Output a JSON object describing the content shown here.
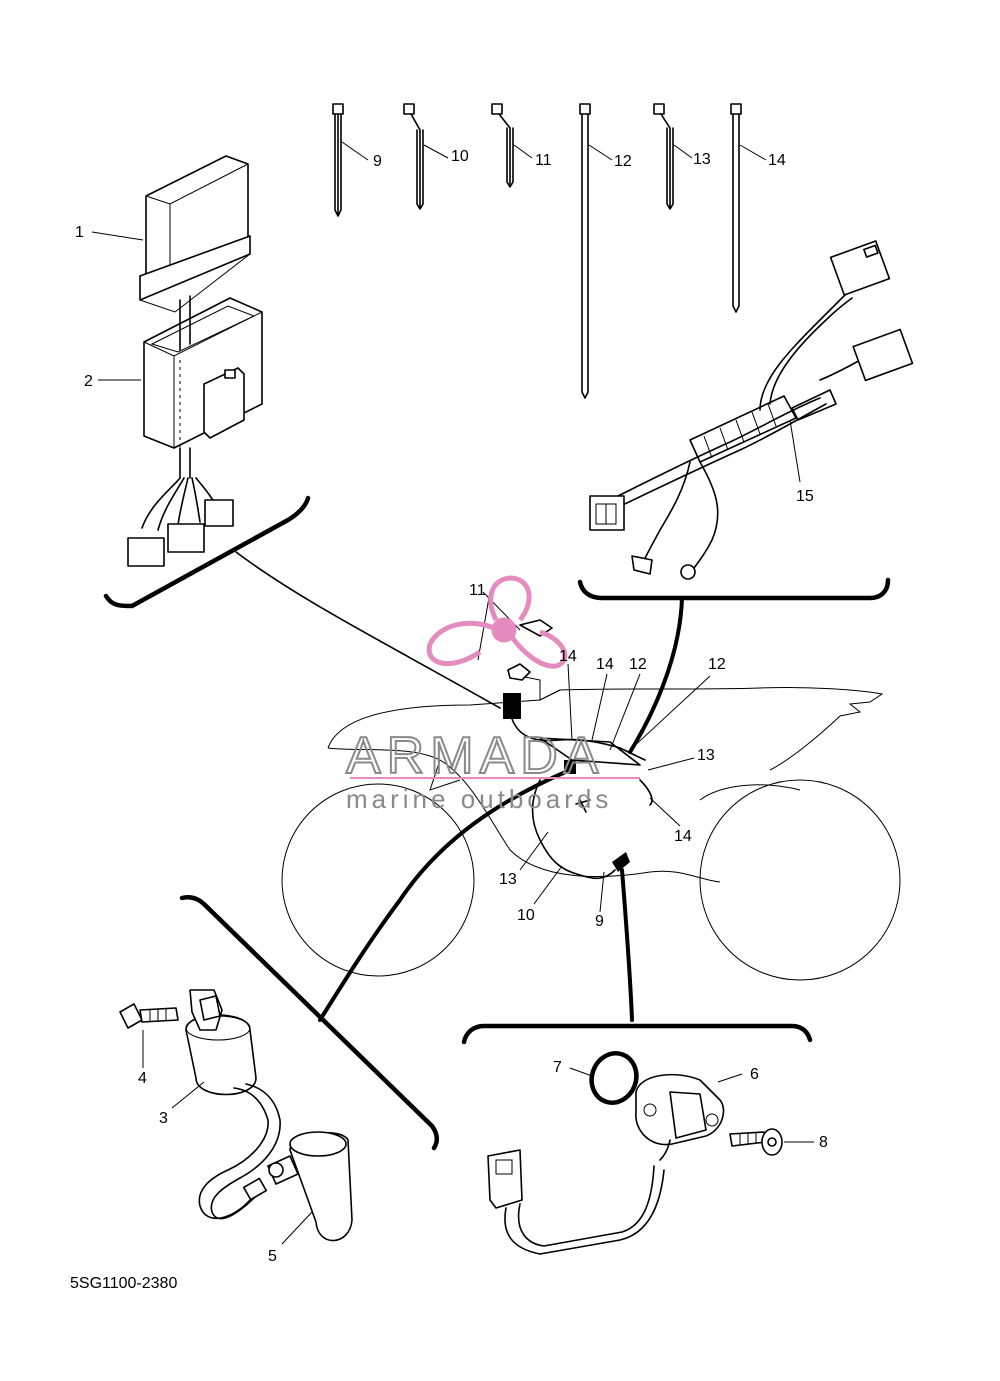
{
  "diagram_code": "5SG1100-2380",
  "watermark": {
    "brand": "ARMADA",
    "tagline": "marine outboards",
    "logo": "propeller-logo",
    "color": "#e48bc0"
  },
  "callouts": [
    {
      "id": "c1",
      "text": "1"
    },
    {
      "id": "c2",
      "text": "2"
    },
    {
      "id": "c3",
      "text": "3"
    },
    {
      "id": "c4",
      "text": "4"
    },
    {
      "id": "c5",
      "text": "5"
    },
    {
      "id": "c6",
      "text": "6"
    },
    {
      "id": "c7",
      "text": "7"
    },
    {
      "id": "c8",
      "text": "8"
    },
    {
      "id": "c9a",
      "text": "9"
    },
    {
      "id": "c10a",
      "text": "10"
    },
    {
      "id": "c11a",
      "text": "11"
    },
    {
      "id": "c12a",
      "text": "12"
    },
    {
      "id": "c13a",
      "text": "13"
    },
    {
      "id": "c14a",
      "text": "14"
    },
    {
      "id": "c15",
      "text": "15"
    },
    {
      "id": "c11b",
      "text": "11"
    },
    {
      "id": "c14b",
      "text": "14"
    },
    {
      "id": "c14c",
      "text": "14"
    },
    {
      "id": "c12b",
      "text": "12"
    },
    {
      "id": "c12c",
      "text": "12"
    },
    {
      "id": "c13b",
      "text": "13"
    },
    {
      "id": "c14d",
      "text": "14"
    },
    {
      "id": "c13c",
      "text": "13"
    },
    {
      "id": "c10b",
      "text": "10"
    },
    {
      "id": "c9b",
      "text": "9"
    }
  ]
}
